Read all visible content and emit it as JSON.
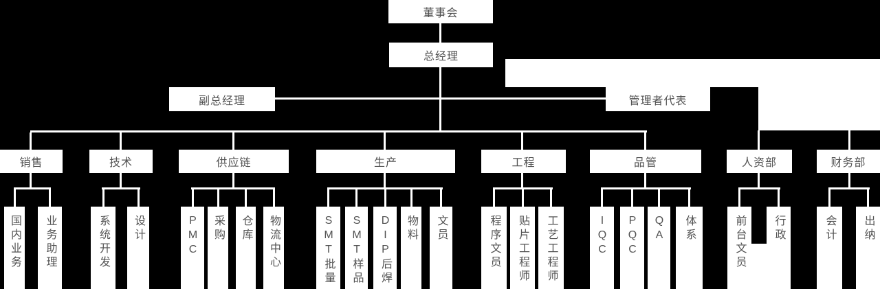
{
  "org": {
    "root": "董事会",
    "general_manager": "总经理",
    "deputy_general_manager": "副总经理",
    "management_representative": "管理者代表",
    "departments": [
      {
        "label": "销售",
        "children": [
          "国内业务",
          "业务助理"
        ]
      },
      {
        "label": "技术",
        "children": [
          "系统开发",
          "设计"
        ]
      },
      {
        "label": "供应链",
        "children": [
          "PMC",
          "采购",
          "仓库",
          "物流中心"
        ]
      },
      {
        "label": "生产",
        "children": [
          "SMT批量",
          "SMT样品",
          "DIP后焊",
          "物料",
          "文员"
        ]
      },
      {
        "label": "工程",
        "children": [
          "程序文员",
          "贴片工程师",
          "工艺工程师"
        ]
      },
      {
        "label": "品管",
        "children": [
          "IQC",
          "PQC",
          "QA",
          "体系"
        ]
      },
      {
        "label": "人资部",
        "children": [
          "前台文员",
          "行政"
        ]
      },
      {
        "label": "财务部",
        "children": [
          "会计",
          "出纳"
        ]
      }
    ]
  },
  "colors": {
    "background": "#000000",
    "box_fill": "#ffffff",
    "box_text": "#525252",
    "connector": "#ffffff"
  }
}
